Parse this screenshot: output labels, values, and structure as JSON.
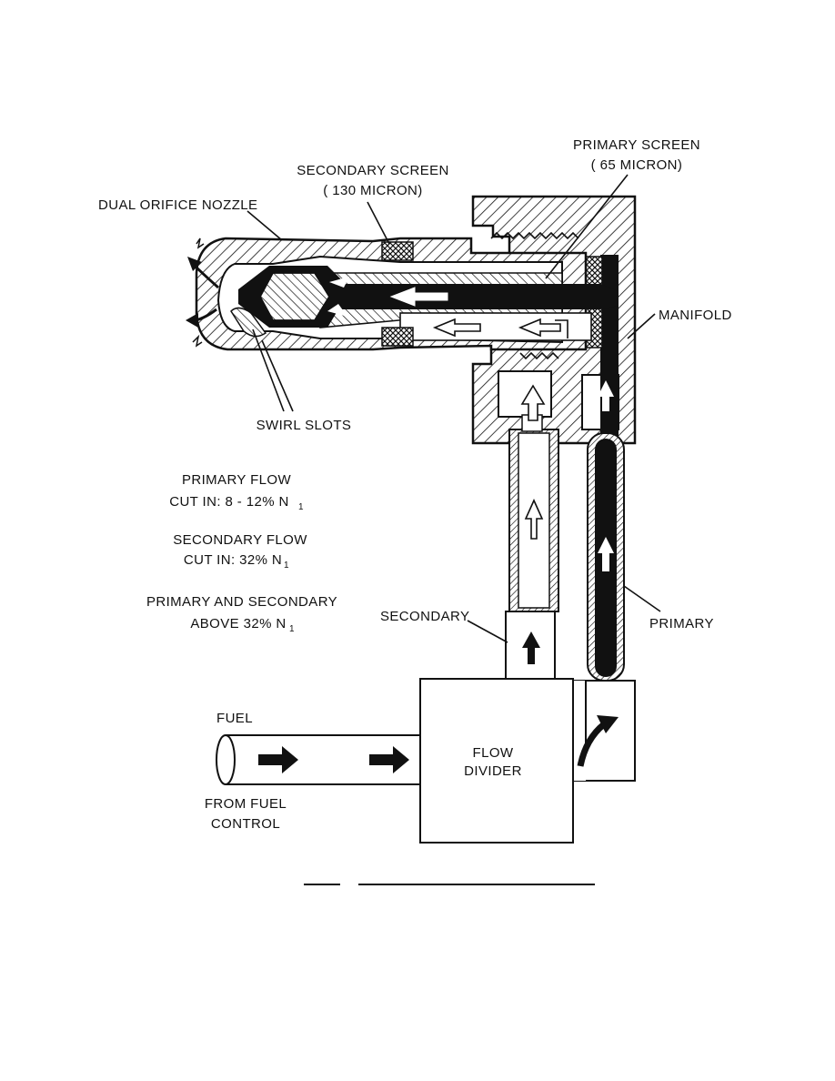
{
  "labels": {
    "primary_screen": "PRIMARY SCREEN",
    "primary_screen_size": "( 65 MICRON)",
    "secondary_screen": "SECONDARY SCREEN",
    "secondary_screen_size": "( 130 MICRON)",
    "dual_orifice_nozzle": "DUAL ORIFICE NOZZLE",
    "manifold": "MANIFOLD",
    "swirl_slots": "SWIRL SLOTS",
    "primary_flow": "PRIMARY FLOW",
    "primary_cut_in": "CUT IN: 8 - 12% N",
    "secondary_flow": "SECONDARY FLOW",
    "secondary_cut_in": "CUT IN: 32% N",
    "primary_and_secondary": "PRIMARY AND SECONDARY",
    "above": "ABOVE 32% N",
    "subscript_one": "1",
    "secondary": "SECONDARY",
    "primary": "PRIMARY",
    "fuel": "FUEL",
    "from_fuel": "FROM FUEL",
    "control": "CONTROL",
    "flow": "FLOW",
    "divider": "DIVIDER"
  },
  "colors": {
    "ink": "#111111",
    "paper": "#ffffff"
  }
}
